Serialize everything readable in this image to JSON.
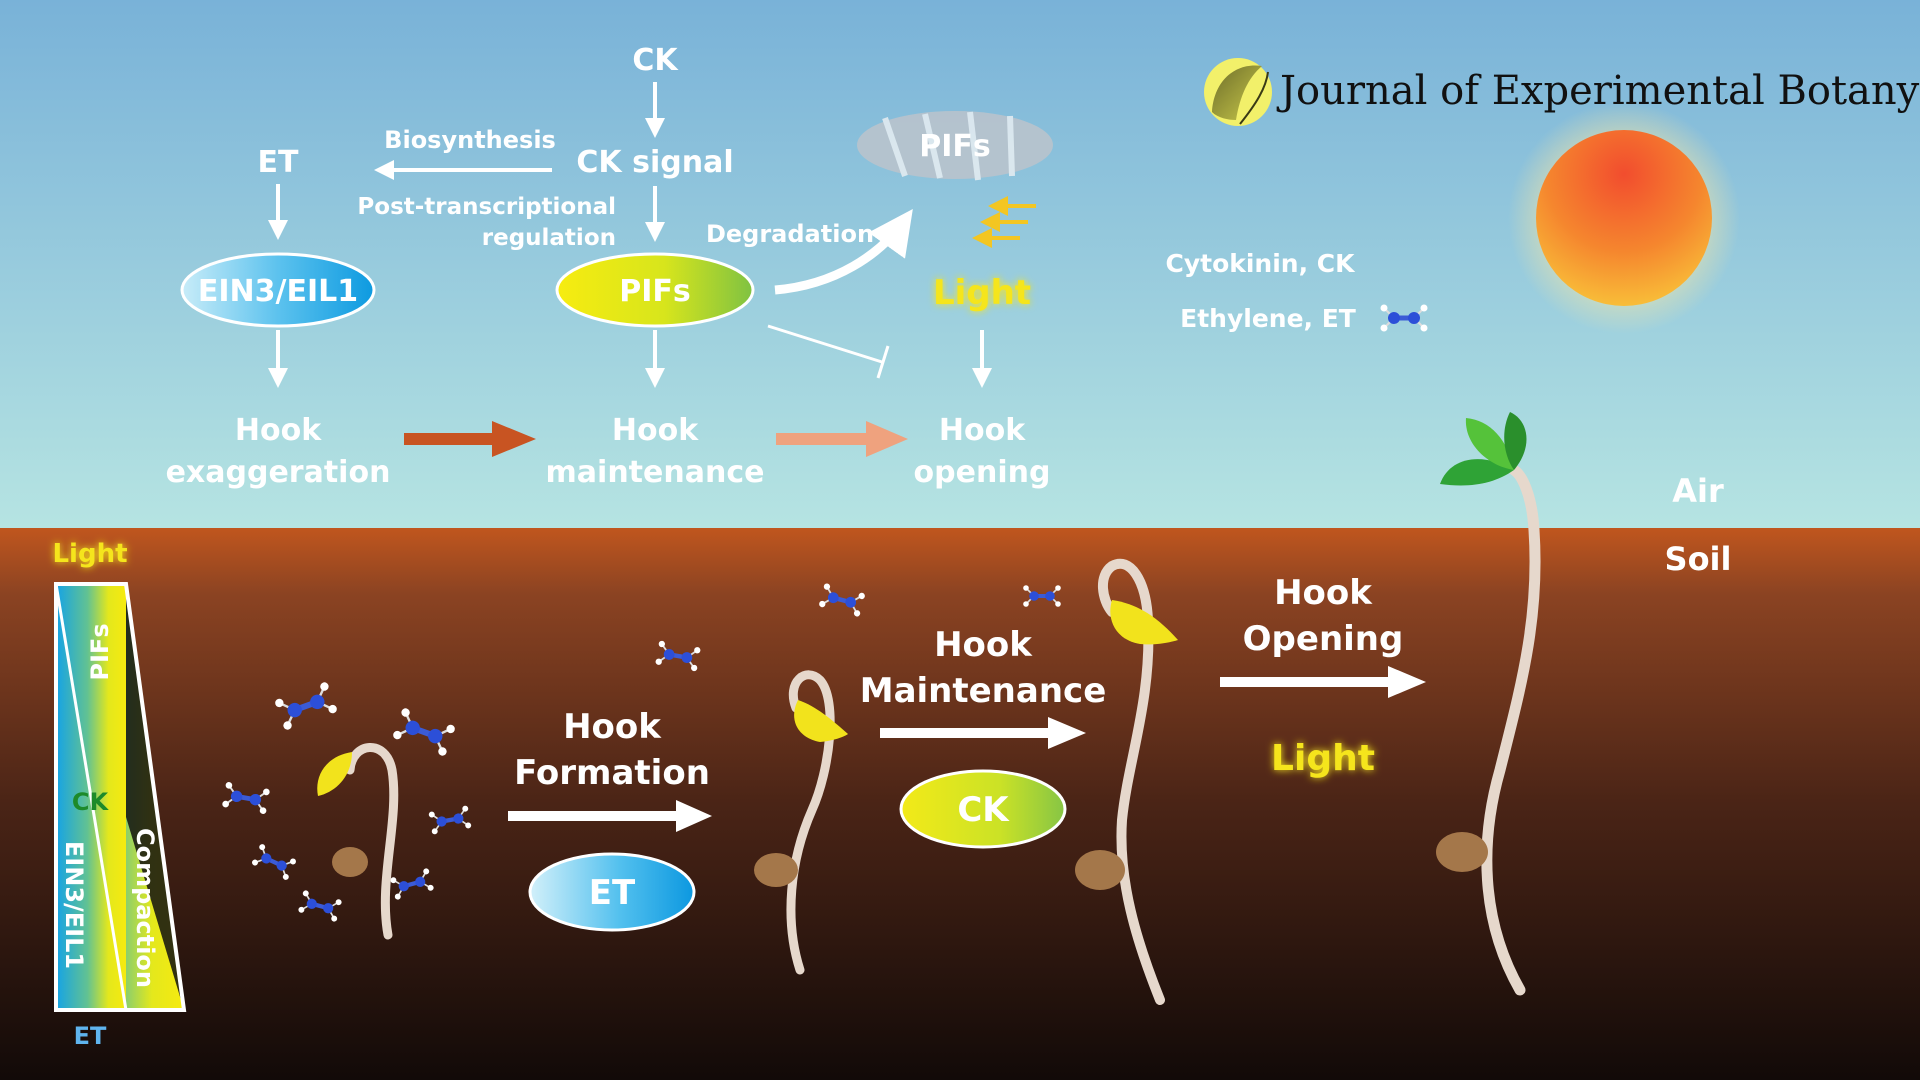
{
  "journal": {
    "name": "Journal of Experimental Botany"
  },
  "top_pathway": {
    "ck": "CK",
    "ck_signal": "CK signal",
    "biosynthesis": "Biosynthesis",
    "et": "ET",
    "post_transcriptional_line1": "Post-transcriptional",
    "post_transcriptional_line2": "regulation",
    "degradation": "Degradation",
    "pifs_ghost": "PIFs",
    "ein3_eil1": "EIN3/EIL1",
    "pifs": "PIFs",
    "light": "Light",
    "hook_exaggeration_line1": "Hook",
    "hook_exaggeration_line2": "exaggeration",
    "hook_maintenance_line1": "Hook",
    "hook_maintenance_line2": "maintenance",
    "hook_opening_line1": "Hook",
    "hook_opening_line2": "opening"
  },
  "legend": {
    "cytokinin": "Cytokinin, CK",
    "ethylene": "Ethylene, ET"
  },
  "environment": {
    "air": "Air",
    "soil": "Soil"
  },
  "gradient_panel": {
    "light": "Light",
    "pifs": "PIFs",
    "ck": "CK",
    "ein3_eil1": "EIN3/EIL1",
    "compaction": "Compaction",
    "et": "ET"
  },
  "stages": {
    "formation_line1": "Hook",
    "formation_line2": "Formation",
    "formation_hormone": "ET",
    "maintenance_line1": "Hook",
    "maintenance_line2": "Maintenance",
    "maintenance_hormone": "CK",
    "opening_line1": "Hook",
    "opening_line2": "Opening",
    "opening_signal": "Light"
  },
  "colors": {
    "sky_top": "#79b2d8",
    "sky_bottom": "#b4e3e2",
    "soil_top": "#c0561e",
    "soil_bottom": "#140b09",
    "light_yellow": "#f5e51c",
    "ein3_blue": "#1aa8e8",
    "arrow_dark_orange": "#c85422",
    "arrow_light_orange": "#efa27e",
    "sun_core": "#f25a2c",
    "sun_edge": "#f9c23a",
    "ck_green": "#1d8a2a"
  },
  "icons": [
    "journal-logo-icon",
    "sun-icon",
    "ethylene-molecule-icon",
    "seed-icon",
    "cotyledon-leaf-icon",
    "arrow-icon",
    "inhibition-icon"
  ]
}
